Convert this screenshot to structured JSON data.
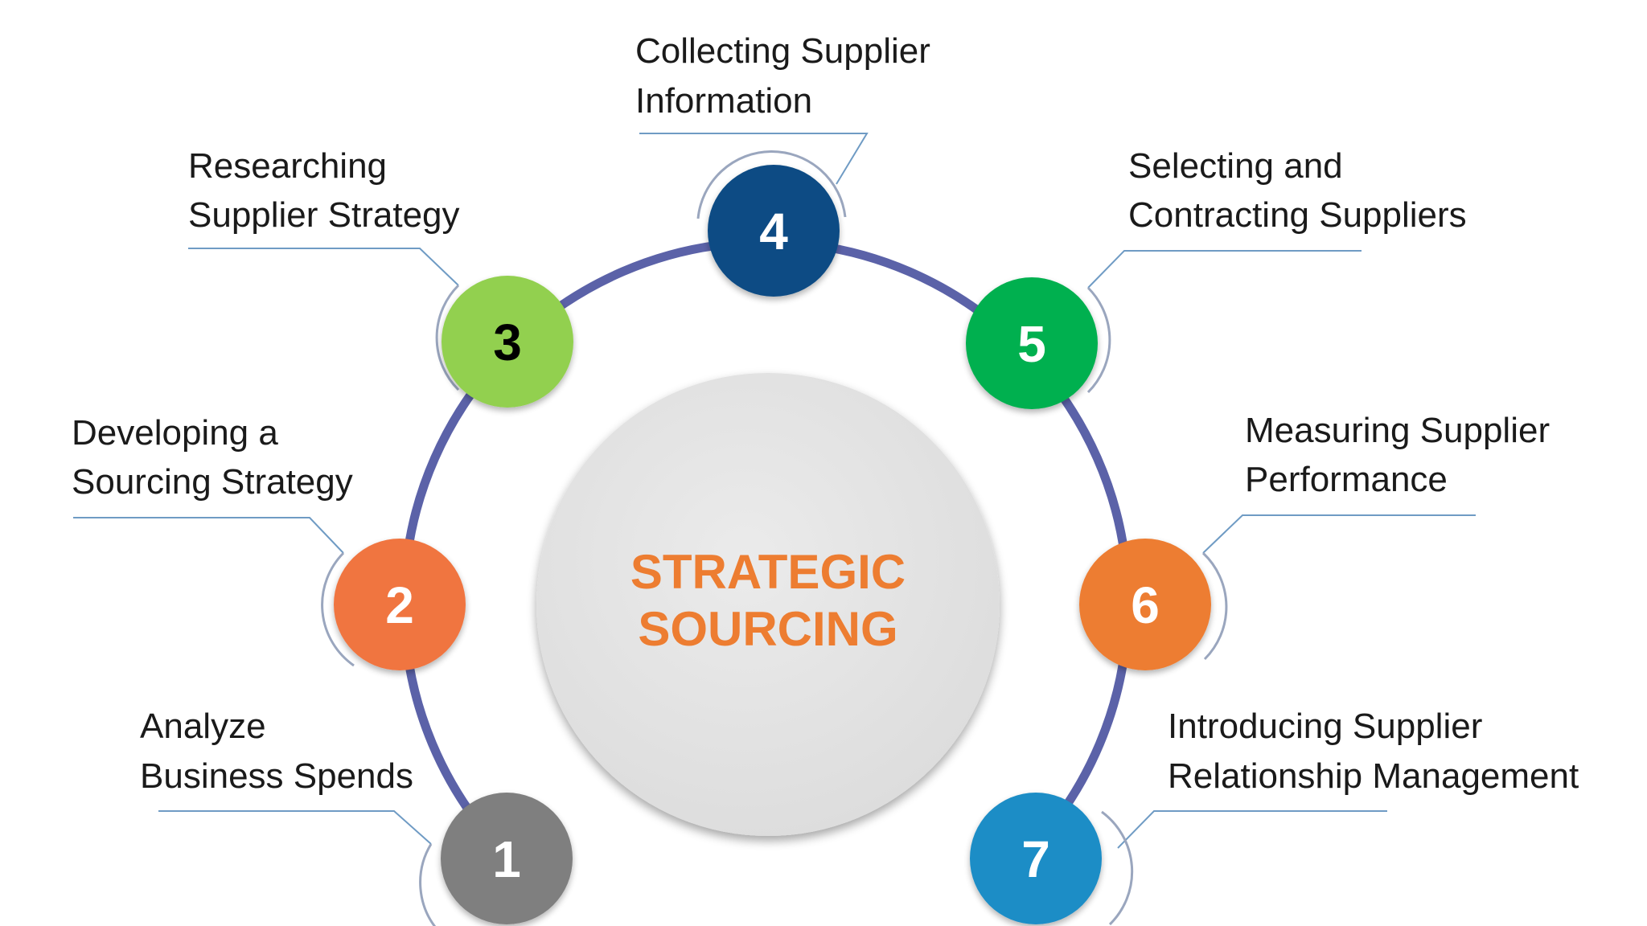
{
  "center": {
    "line1": "STRATEGIC",
    "line2": "SOURCING",
    "text_color": "#ED7D31",
    "circle_color": "#E6E6E6"
  },
  "ring_color": "#5B62A8",
  "steps": [
    {
      "number": "1",
      "line1": "Analyze",
      "line2": "Business Spends",
      "color": "#7F7F7F",
      "number_color": "#FFFFFF"
    },
    {
      "number": "2",
      "line1": "Developing a",
      "line2": "Sourcing Strategy",
      "color": "#F07541",
      "number_color": "#FFFFFF"
    },
    {
      "number": "3",
      "line1": "Researching",
      "line2": "Supplier Strategy",
      "color": "#92D050",
      "number_color": "#000000"
    },
    {
      "number": "4",
      "line1": "Collecting Supplier",
      "line2": "Information",
      "color": "#0B4C84",
      "number_color": "#FFFFFF"
    },
    {
      "number": "5",
      "line1": "Selecting and",
      "line2": "Contracting Suppliers",
      "color": "#00B050",
      "number_color": "#FFFFFF"
    },
    {
      "number": "6",
      "line1": "Measuring Supplier",
      "line2": "Performance",
      "color": "#ED7D31",
      "number_color": "#FFFFFF"
    },
    {
      "number": "7",
      "line1": "Introducing Supplier",
      "line2": "Relationship Management",
      "color": "#1F8DC6",
      "number_color": "#FFFFFF"
    }
  ]
}
